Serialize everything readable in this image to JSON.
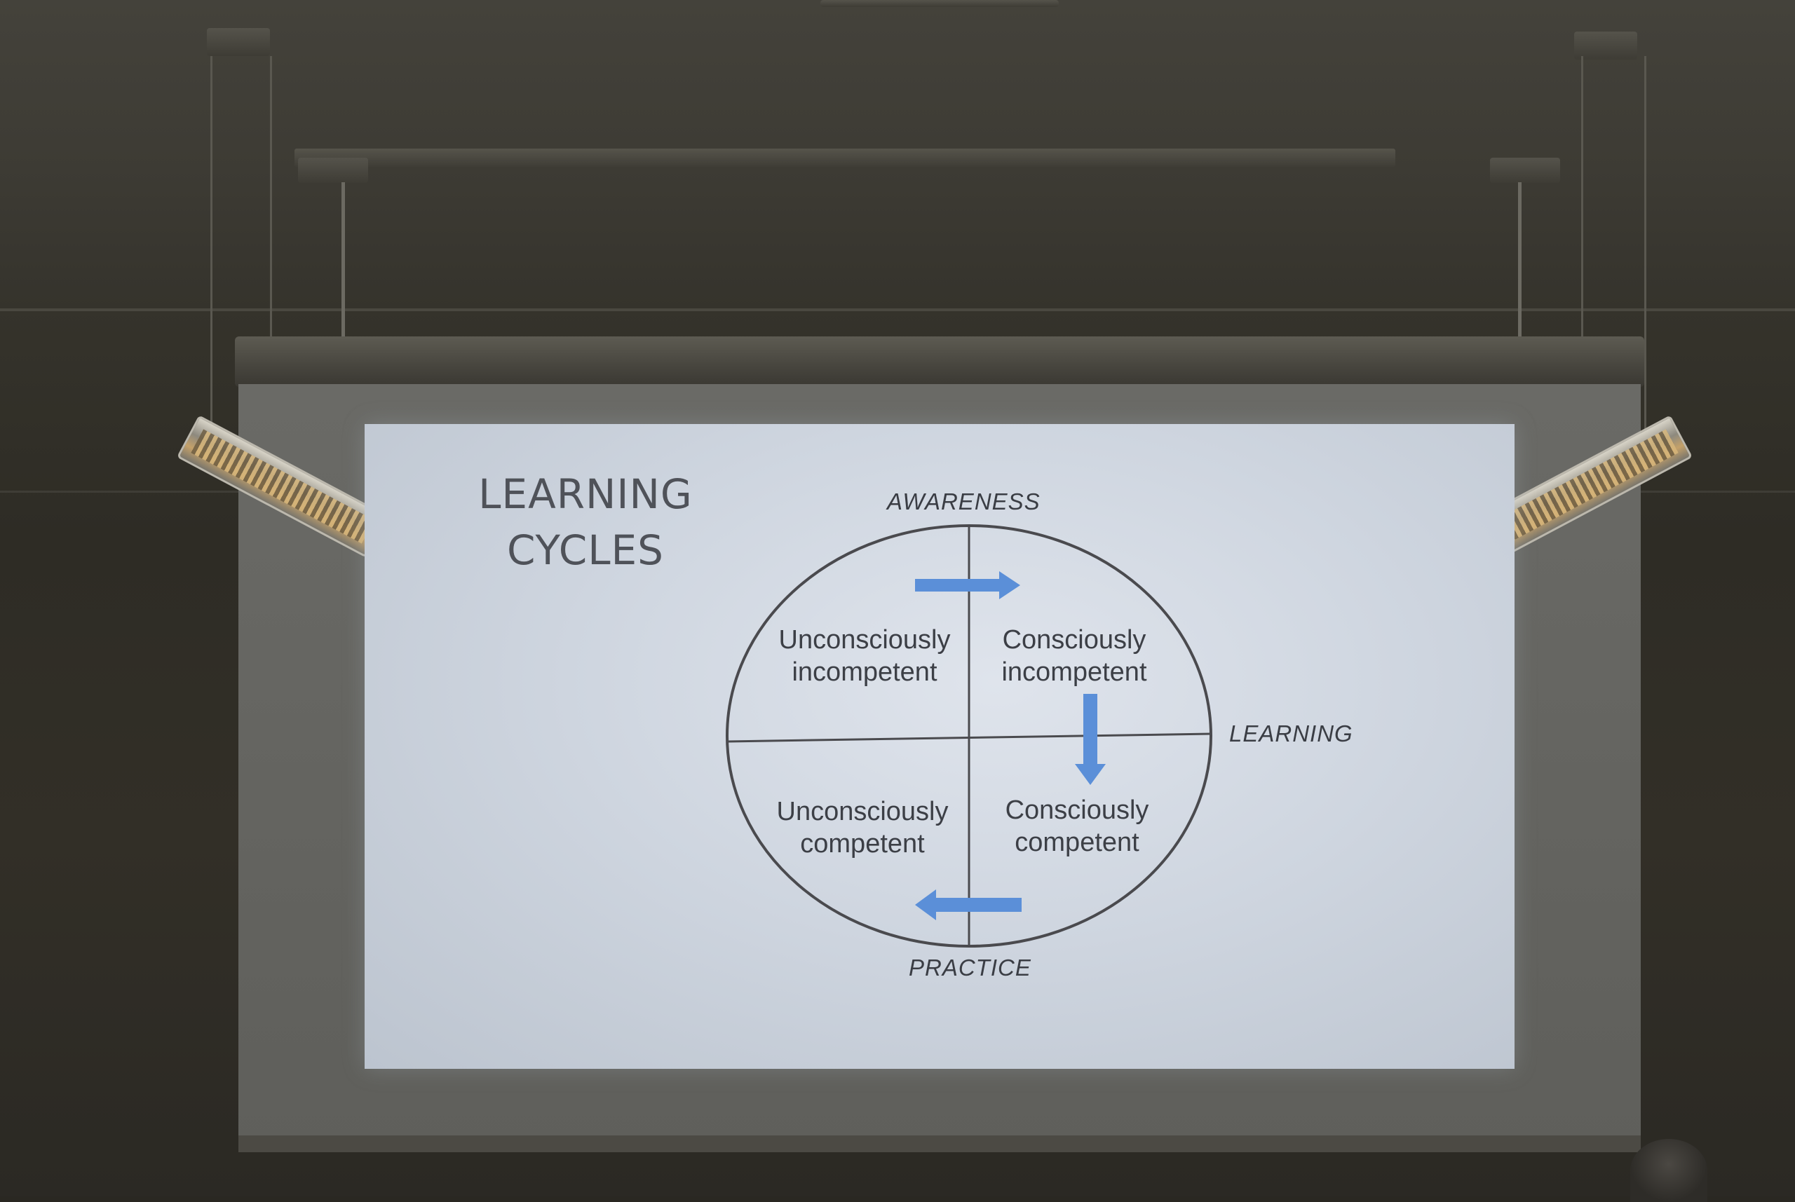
{
  "slide": {
    "title_line1": "LEARNING",
    "title_line2": "CYCLES",
    "axis": {
      "top": "AWARENESS",
      "right": "LEARNING",
      "bottom": "PRACTICE"
    },
    "quadrants": {
      "top_left": {
        "line1": "Unconsciously",
        "line2": "incompetent"
      },
      "top_right": {
        "line1": "Consciously",
        "line2": "incompetent"
      },
      "bottom_left": {
        "line1": "Unconsciously",
        "line2": "competent"
      },
      "bottom_right": {
        "line1": "Consciously",
        "line2": "competent"
      }
    },
    "colors": {
      "arrow": "#5b8fd8",
      "circle": "#4a4a4e",
      "slide_bg": "#d4dae3"
    },
    "icons": [
      "arrow-right-icon",
      "arrow-down-icon",
      "arrow-left-icon"
    ]
  }
}
